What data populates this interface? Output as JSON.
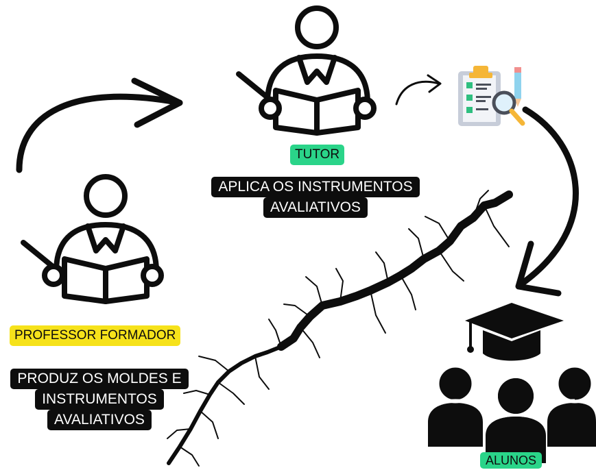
{
  "tutor": {
    "label": "TUTOR",
    "label_color": "#2ad489",
    "description_lines": [
      "APLICA   OS INSTRUMENTOS",
      "AVALIATIVOS"
    ]
  },
  "professor": {
    "label": "PROFESSOR FORMADOR",
    "label_color": "#f6e21b",
    "description_lines": [
      "PRODUZ OS MOLDES E",
      "INSTRUMENTOS",
      "AVALIATIVOS"
    ]
  },
  "alunos": {
    "label": "ALUNOS",
    "label_color": "#2ad489"
  },
  "icons": [
    "teacher-reading-icon",
    "checklist-magnifier-icon",
    "students-graduation-icon",
    "curved-arrow-icon",
    "crack-decoration"
  ],
  "colors": {
    "ink": "#0d0d0d",
    "clipboard": "#d9dde6",
    "clipboard_tab": "#f5b637",
    "check": "#2fbf80",
    "pencil": "#8fd3ee"
  }
}
